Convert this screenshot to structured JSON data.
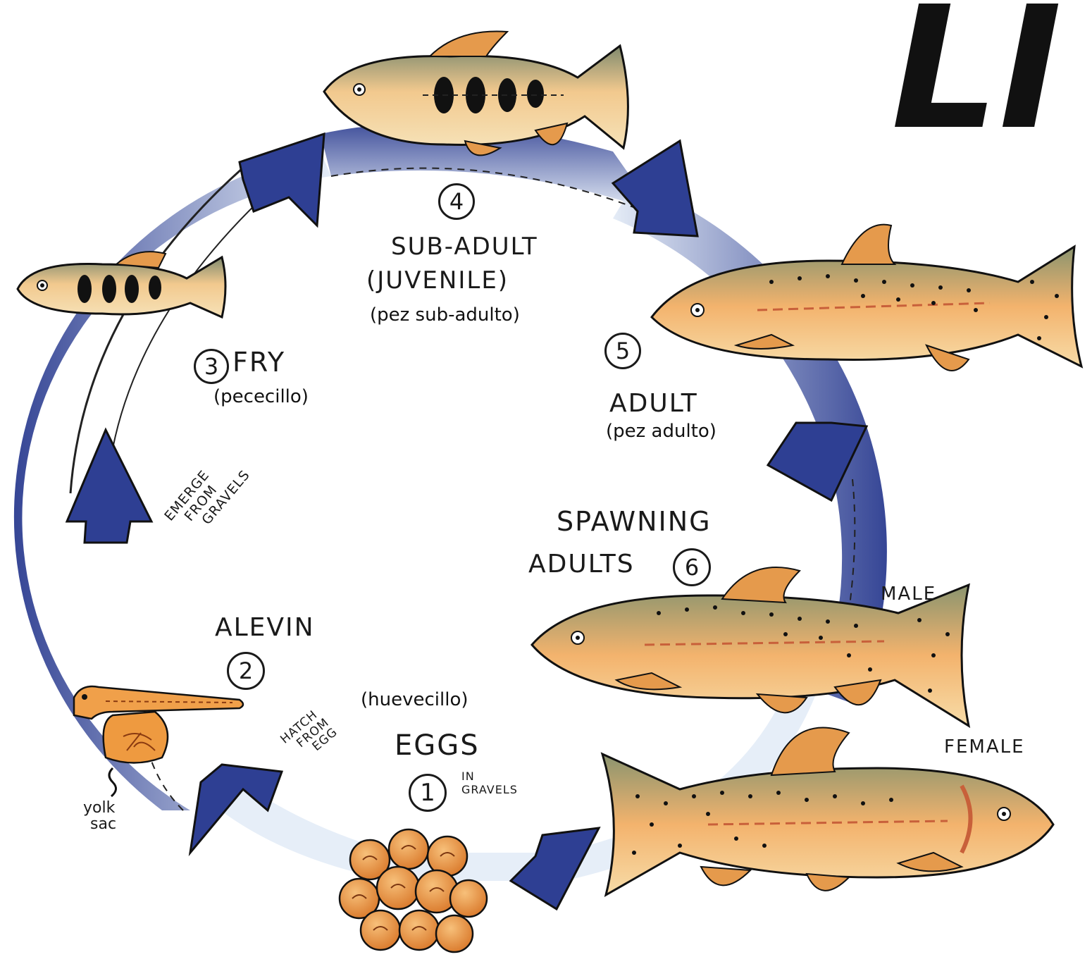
{
  "corner_title": "LI",
  "stages": [
    {
      "number": "1",
      "name": "EGGS",
      "note": "IN\nGRAVELS",
      "spanish": "(huevecillo)"
    },
    {
      "number": "2",
      "name": "ALEVIN",
      "spanish": ""
    },
    {
      "number": "3",
      "name": "FRY",
      "spanish": "(pececillo)"
    },
    {
      "number": "4",
      "name": "SUB-ADULT",
      "name2": "(JUVENILE)",
      "spanish": "(pez sub-adulto)"
    },
    {
      "number": "5",
      "name": "ADULT",
      "spanish": "(pez adulto)"
    },
    {
      "number": "6",
      "name": "SPAWNING",
      "name2": "ADULTS",
      "spanish": ""
    }
  ],
  "transitions": {
    "hatch": [
      "HATCH",
      "FROM",
      "EGG"
    ],
    "emerge": [
      "EMERGE",
      "FROM",
      "GRAVELS"
    ]
  },
  "annotations": {
    "yolk_sac": [
      "yolk",
      "sac"
    ],
    "male": "MALE",
    "female": "FEMALE"
  },
  "colors": {
    "arrow_dark": "#2e3f93",
    "arrow_light": "#dce6f4",
    "fish_orange": "#f0a860",
    "fish_green": "#8d9a78",
    "egg_orange": "#e8913a"
  }
}
